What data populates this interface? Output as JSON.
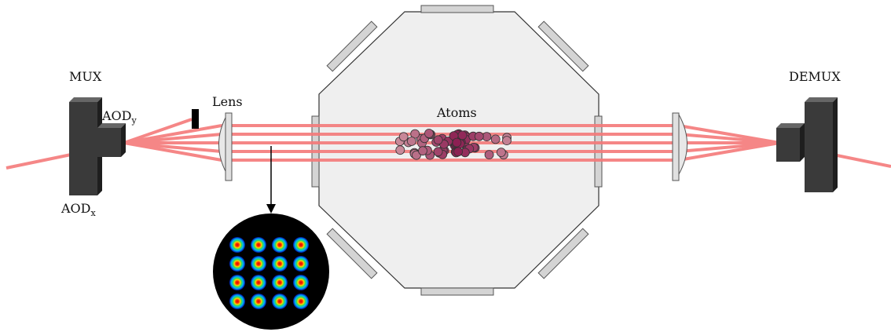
{
  "labels": {
    "mux": "MUX",
    "demux": "DEMUX",
    "lens": "Lens",
    "atoms": "Atoms",
    "aod_y": {
      "base": "AOD",
      "sub": "y"
    },
    "aod_x": {
      "base": "AOD",
      "sub": "x"
    }
  },
  "colors": {
    "beam": "#f47a7a",
    "aod_body": "#3a3a3a",
    "chamber_fill": "#efefef",
    "chamber_stroke": "#333333",
    "port_fill": "#d4d4d4",
    "lens_fill": "#e8e8e8",
    "spot_background": "#000000",
    "atom_light": "#c98a9a",
    "atom_dark": "#8b1f52"
  },
  "icons": {
    "beam_dump": "black-rectangle",
    "arrow": "down-arrow",
    "inset": "beam-spot-array"
  },
  "spot_array": {
    "rows": 4,
    "cols": 4
  }
}
